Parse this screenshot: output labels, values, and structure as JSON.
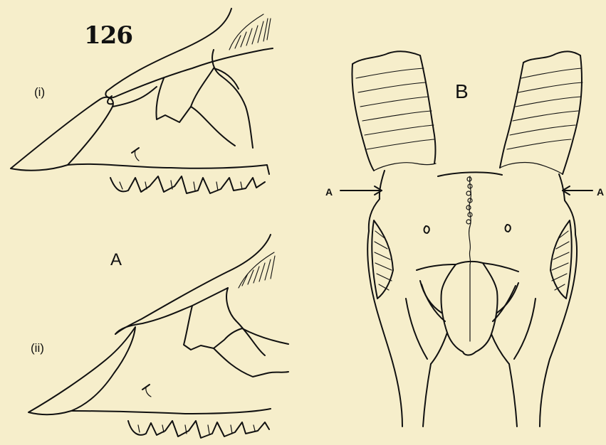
{
  "figure": {
    "number": "126",
    "panel_a_label": "A",
    "panel_b_label": "B",
    "view_i_label": "(i)",
    "view_ii_label": "(ii)",
    "arrow_left_label": "A",
    "arrow_right_label": "A"
  },
  "colors": {
    "background": "#f6eecb",
    "ink": "#111111"
  }
}
